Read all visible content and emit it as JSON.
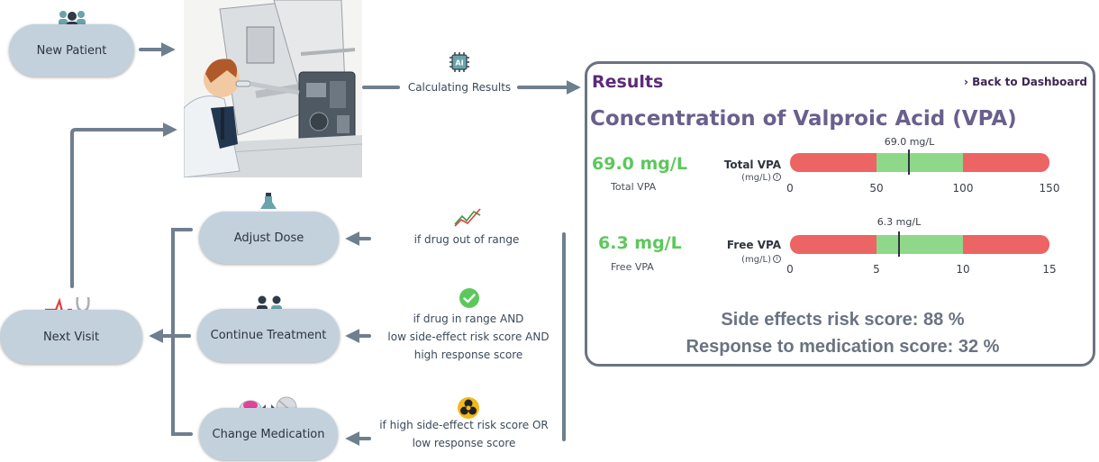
{
  "nodes": {
    "new_patient": "New Patient",
    "adjust_dose": "Adjust Dose",
    "continue_treatment": "Continue Treatment",
    "change_medication": "Change Medication",
    "next_visit": "Next Visit"
  },
  "labels": {
    "calculating": "Calculating Results",
    "ai_chip": "AI",
    "out_of_range": "if drug out of range",
    "in_range": [
      "if drug in range AND",
      "low side-effect risk score AND",
      "high response score"
    ],
    "high_risk": [
      "if high side-effect risk score OR",
      "low response score"
    ]
  },
  "results": {
    "title": "Results",
    "back_link": "Back to Dashboard",
    "heading": "Concentration of Valproic Acid (VPA)",
    "total": {
      "value_text": "69.0 mg/L",
      "caption": "Total VPA",
      "gauge_name": "Total VPA",
      "unit": "(mg/L)",
      "marker_label": "69.0 mg/L",
      "value": 69.0,
      "range": [
        0,
        150
      ],
      "normal_range": [
        50,
        100
      ],
      "ticks": [
        "0",
        "50",
        "100",
        "150"
      ]
    },
    "free": {
      "value_text": "6.3 mg/L",
      "caption": "Free VPA",
      "gauge_name": "Free VPA",
      "unit": "(mg/L)",
      "marker_label": "6.3 mg/L",
      "value": 6.3,
      "range": [
        0,
        15
      ],
      "normal_range": [
        5,
        10
      ],
      "ticks": [
        "0",
        "5",
        "10",
        "15"
      ]
    },
    "side_effects": "Side effects risk score: 88 %",
    "response": "Response to medication score: 32 %"
  },
  "colors": {
    "pill": "#c3d1dc",
    "connector": "#6e7f8f",
    "gauge_red": "#ec6464",
    "gauge_green": "#8fd88a",
    "value_green": "#5cc85c",
    "title_purple": "#5b2a7a"
  }
}
